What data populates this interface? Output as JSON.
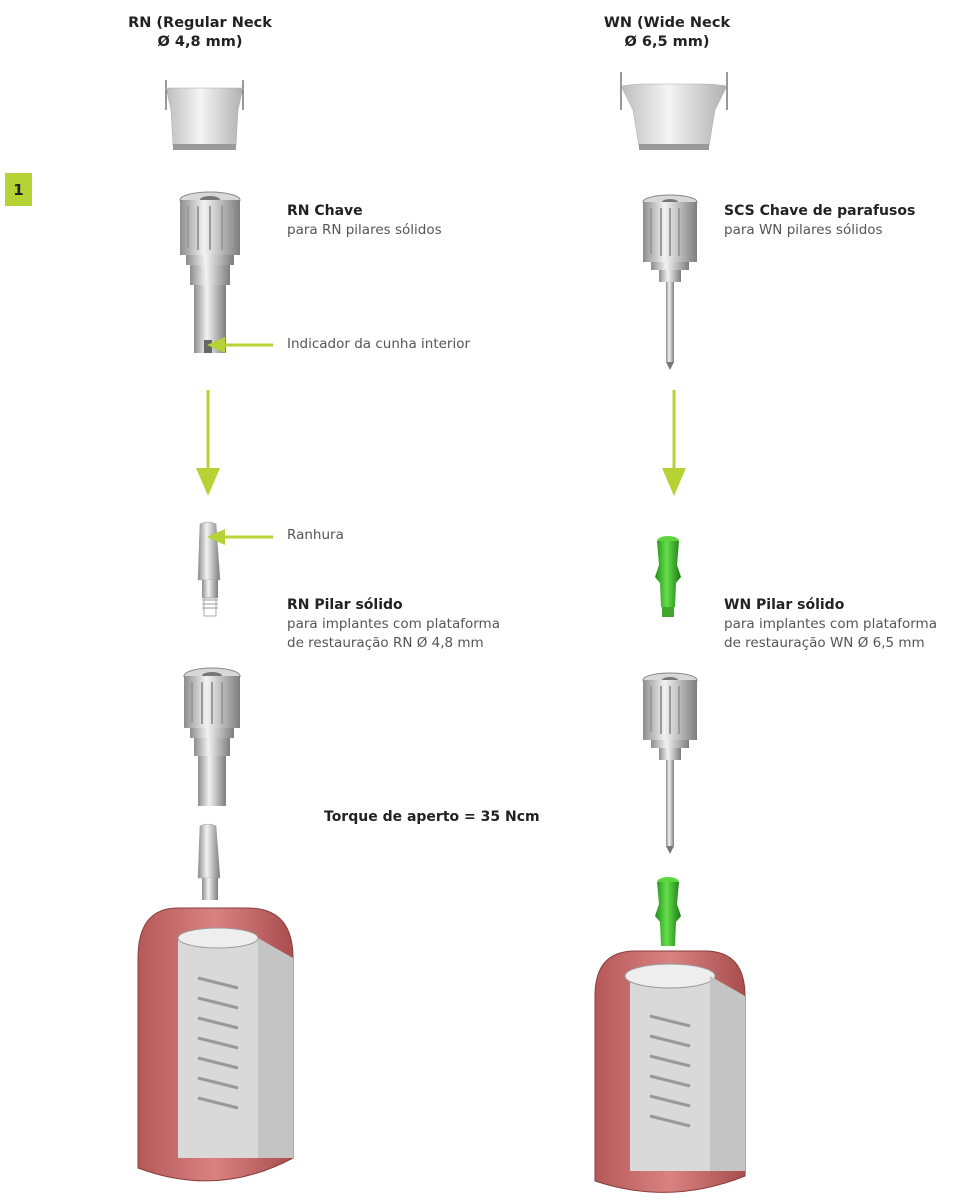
{
  "step": "1",
  "columns": {
    "rn": {
      "header_line1": "RN (Regular Neck",
      "header_line2": "Ø 4,8 mm)",
      "driver_title": "RN Chave",
      "driver_sub": "para RN pilares sólidos",
      "callout_wedge": "Indicador da cunha interior",
      "callout_groove": "Ranhura",
      "abutment_title": "RN Pilar sólido",
      "abutment_sub1": "para implantes com plataforma",
      "abutment_sub2": "de restauração RN Ø 4,8 mm"
    },
    "wn": {
      "header_line1": "WN (Wide Neck",
      "header_line2": "Ø 6,5 mm)",
      "driver_title": "SCS Chave de parafusos",
      "driver_sub": "para WN pilares sólidos",
      "abutment_title": "WN Pilar sólido",
      "abutment_sub1": "para implantes com plataforma",
      "abutment_sub2": "de restauração WN Ø 6,5 mm"
    }
  },
  "torque_label": "Torque de aperto = 35 Ncm",
  "colors": {
    "accent_green": "#b5d334",
    "arrow_green": "#b5d334",
    "abutment_green": "#3fbf2e",
    "gum_pink": "#cc6b6b",
    "metal_grey": "#c8c8c8"
  }
}
